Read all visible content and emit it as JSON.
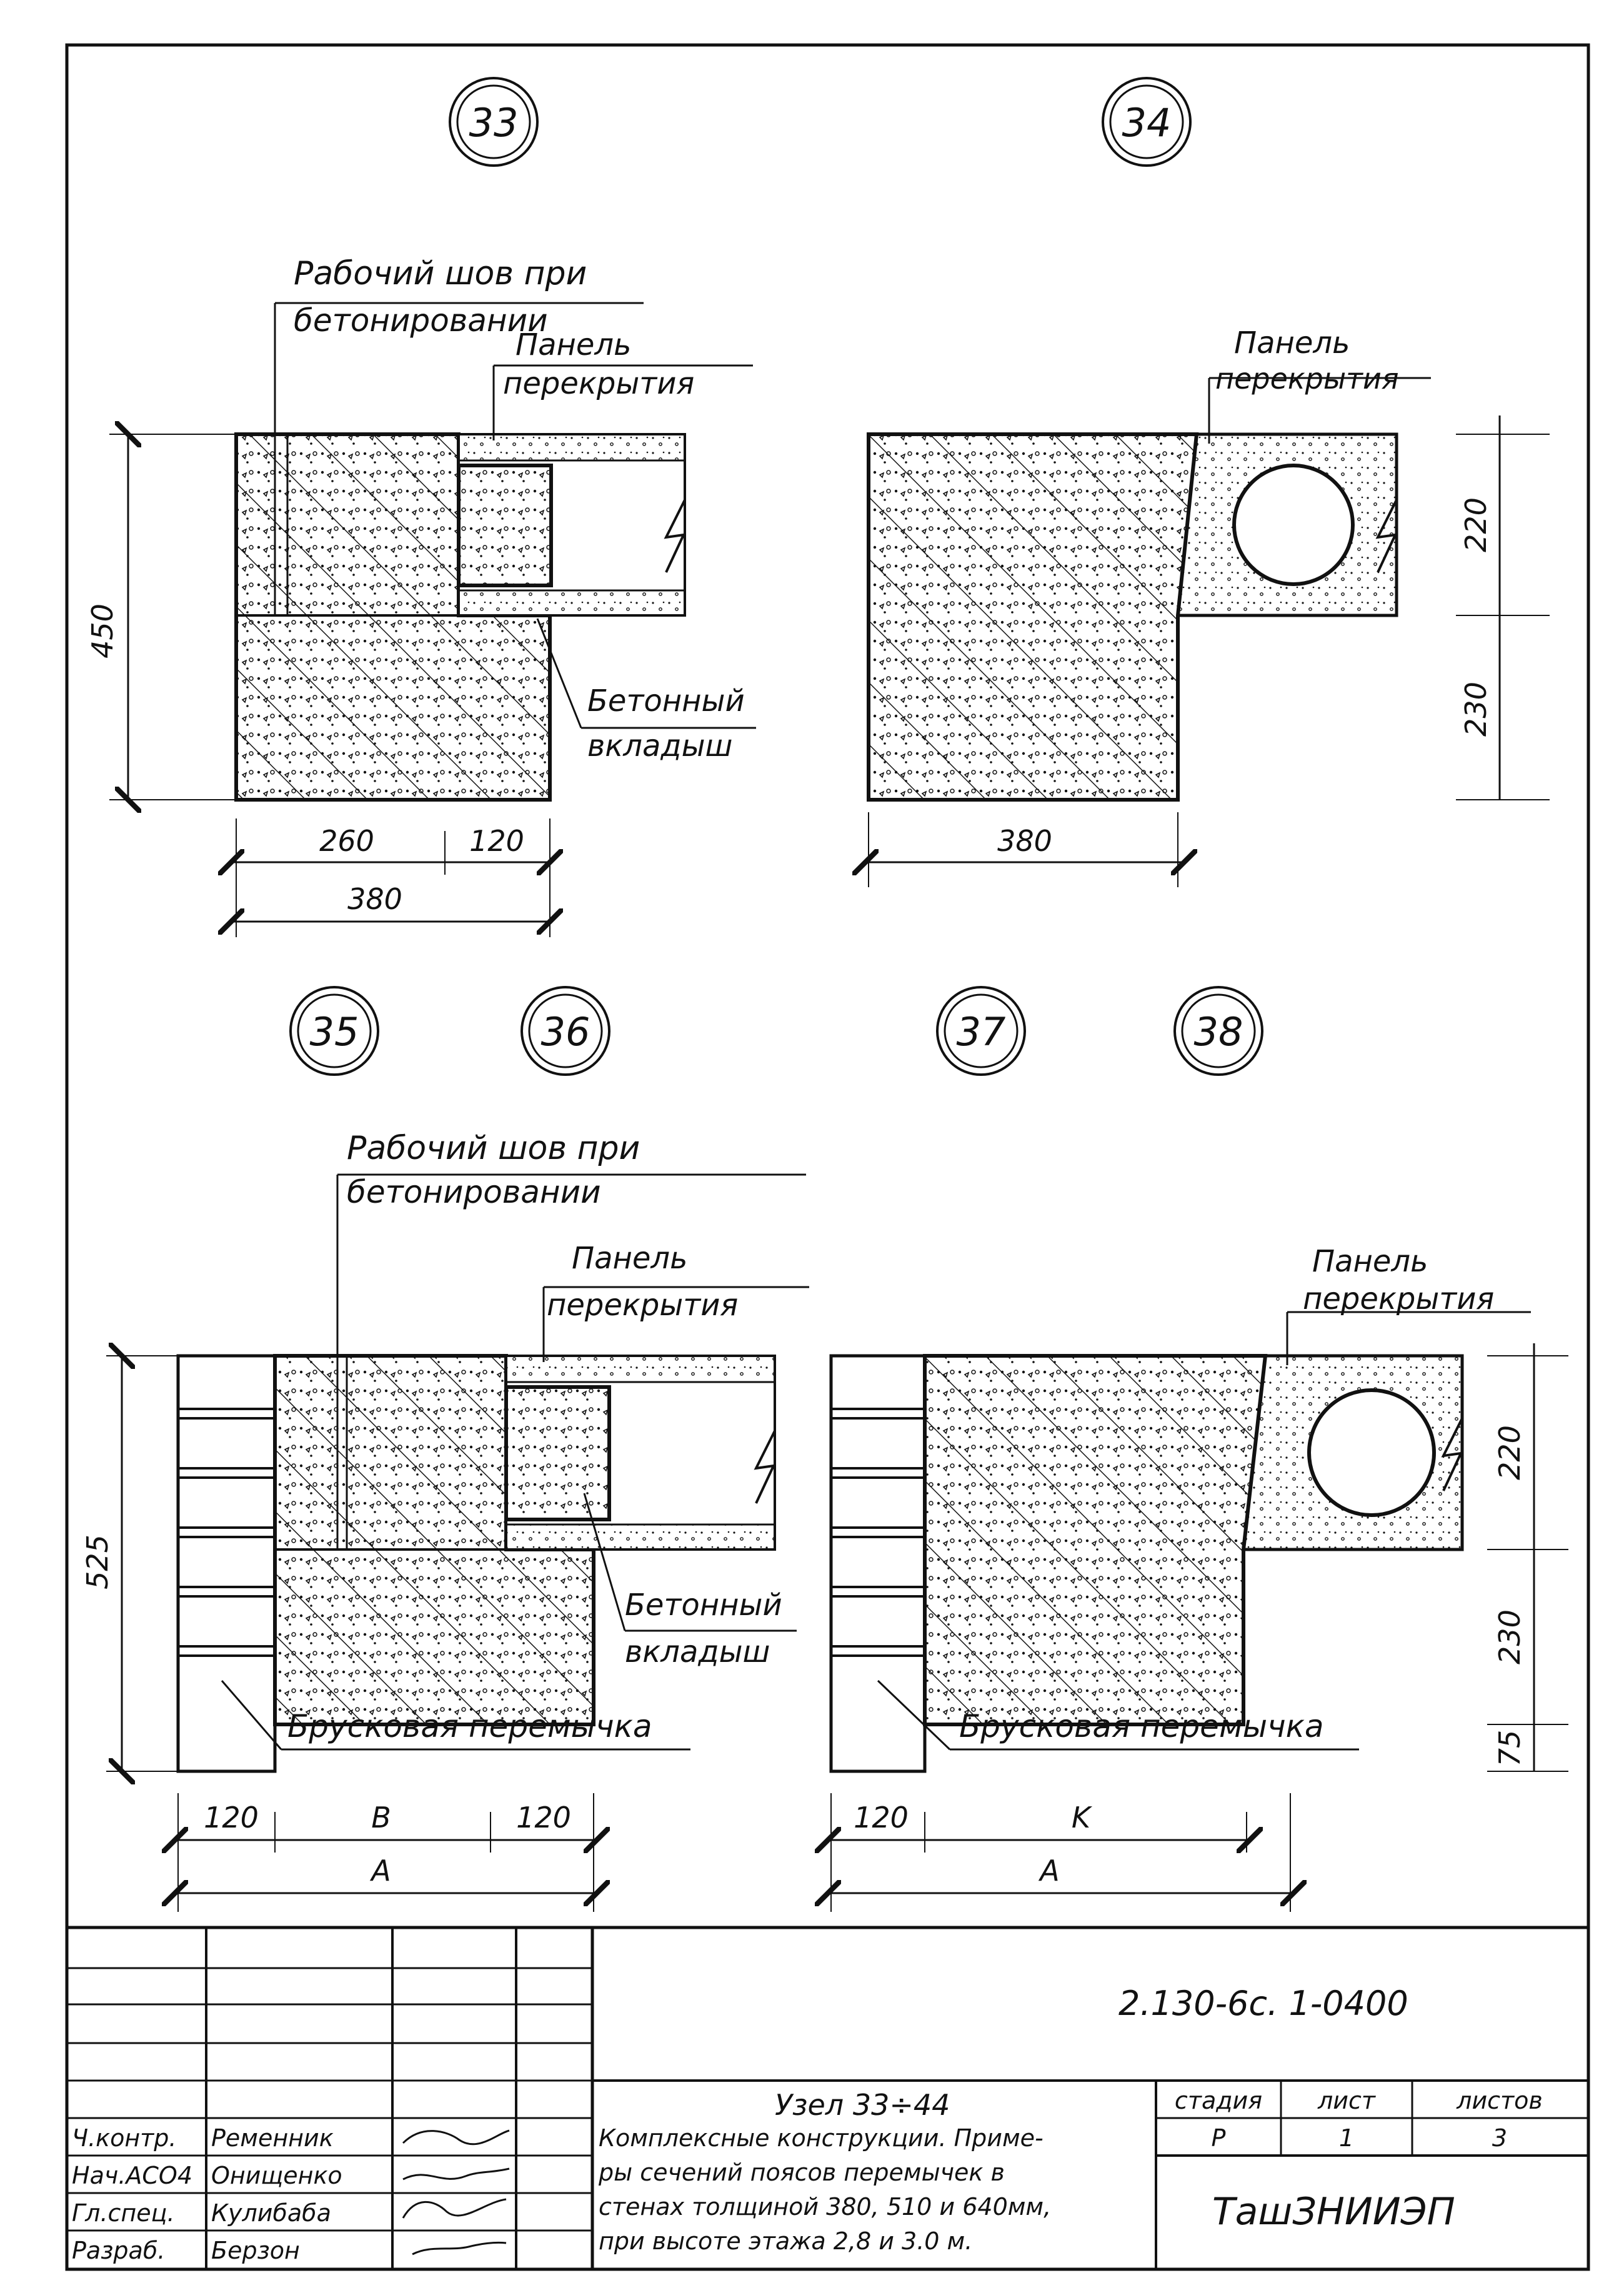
{
  "nodes": {
    "n33": "33",
    "n34": "34",
    "n35": "35",
    "n36": "36",
    "n37": "37",
    "n38": "38"
  },
  "labels": {
    "work_joint_line1": "Рабочий шов при",
    "work_joint_line2": "бетонировании",
    "panel_line1": "Панель",
    "panel_line2": "перекрытия",
    "insert_line1": "Бетонный",
    "insert_line2": "вкладыш",
    "lintel": "Брусковая перемычка"
  },
  "dimensions": {
    "d450": "450",
    "d260": "260",
    "d120": "120",
    "d380": "380",
    "d220": "220",
    "d230": "230",
    "d525": "525",
    "d75": "75",
    "dB": "B",
    "dA": "A",
    "dK": "K"
  },
  "title_block": {
    "doc_code": "2.130-6с. 1-0400",
    "node_title": "Узел 33÷44",
    "description": [
      "Комплексные конструкции. Приме-",
      "ры сечений поясов перемычек в",
      "стенах толщиной 380, 510 и 640мм,",
      "при высоте этажа 2,8 и 3.0 м."
    ],
    "stage_header": "стадия",
    "sheet_header": "лист",
    "sheets_header": "листов",
    "stage": "Р",
    "sheet": "1",
    "sheets": "3",
    "organization": "ТашЗНИИЭП",
    "roles": [
      "Ч.контр.",
      "Нач.АСО4",
      "Гл.спец.",
      "Разраб."
    ],
    "names": [
      "Ременник",
      "Онищенко",
      "Кулибаба",
      "Берзон"
    ]
  }
}
